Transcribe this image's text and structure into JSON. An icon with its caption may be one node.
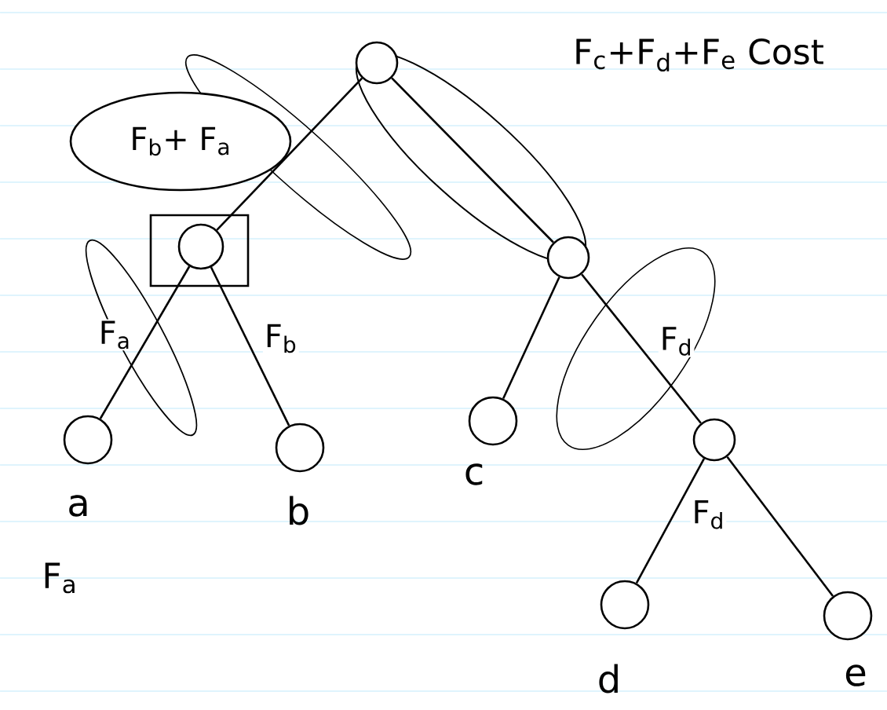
{
  "diagram": {
    "nodes": [
      {
        "text": [],
        "shape": "circle"
      },
      {
        "text": [],
        "shape": "circle"
      },
      {
        "text": [],
        "shape": "circle"
      },
      {
        "text": [],
        "shape": "circle",
        "beside": [
          "a"
        ]
      },
      {
        "text": [],
        "shape": "circle",
        "beside": [
          "b"
        ]
      },
      {
        "text": [],
        "shape": "circle",
        "beside": [
          "c"
        ]
      },
      {
        "text": [],
        "shape": "circle"
      },
      {
        "text": [],
        "shape": "circle",
        "beside": [
          "d"
        ]
      },
      {
        "text": [],
        "shape": "circle",
        "beside": [
          "e"
        ]
      },
      {
        "text": [
          "F$_{b}$+ F$_{a}$"
        ]
      }
    ],
    "edges": [
      {
        "from": 0,
        "to": 1,
        "arrow": "none"
      },
      {
        "from": 0,
        "to": 2,
        "arrow": "none"
      },
      {
        "from": 1,
        "to": 3,
        "arrow": "none",
        "label": "F$_{a}$"
      },
      {
        "from": 1,
        "to": 4,
        "arrow": "none",
        "label": "F$_{b}$"
      },
      {
        "from": 2,
        "to": 5,
        "arrow": "none"
      },
      {
        "from": 2,
        "to": 6,
        "arrow": "none",
        "label": "F$_{d}$"
      },
      {
        "from": 6,
        "to": 7,
        "arrow": "none",
        "label": "F$_{d}$"
      },
      {
        "from": 6,
        "to": 8,
        "arrow": "none"
      }
    ],
    "labels": [
      "F$_{c}$+F$_{d}$+F$_{e}$ Cost",
      "F$_{a}$"
    ]
  }
}
